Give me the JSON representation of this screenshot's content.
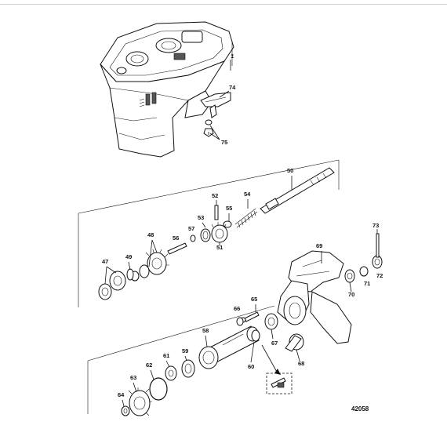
{
  "labels": {
    "p1": "1",
    "p74": "74",
    "p75": "75",
    "p50": "50",
    "p52": "52",
    "p54": "54",
    "p53": "53",
    "p55": "55",
    "p57": "57",
    "p56": "56",
    "p51": "51",
    "p48": "48",
    "p49": "49",
    "p47": "47",
    "p73": "73",
    "p69": "69",
    "p70": "70",
    "p71": "71",
    "p72": "72",
    "p65": "65",
    "p66": "66",
    "p67": "67",
    "p68": "68",
    "p58": "58",
    "p59": "59",
    "p60": "60",
    "p61": "61",
    "p62": "62",
    "p63": "63",
    "p64": "64"
  },
  "figure_number": "42058"
}
